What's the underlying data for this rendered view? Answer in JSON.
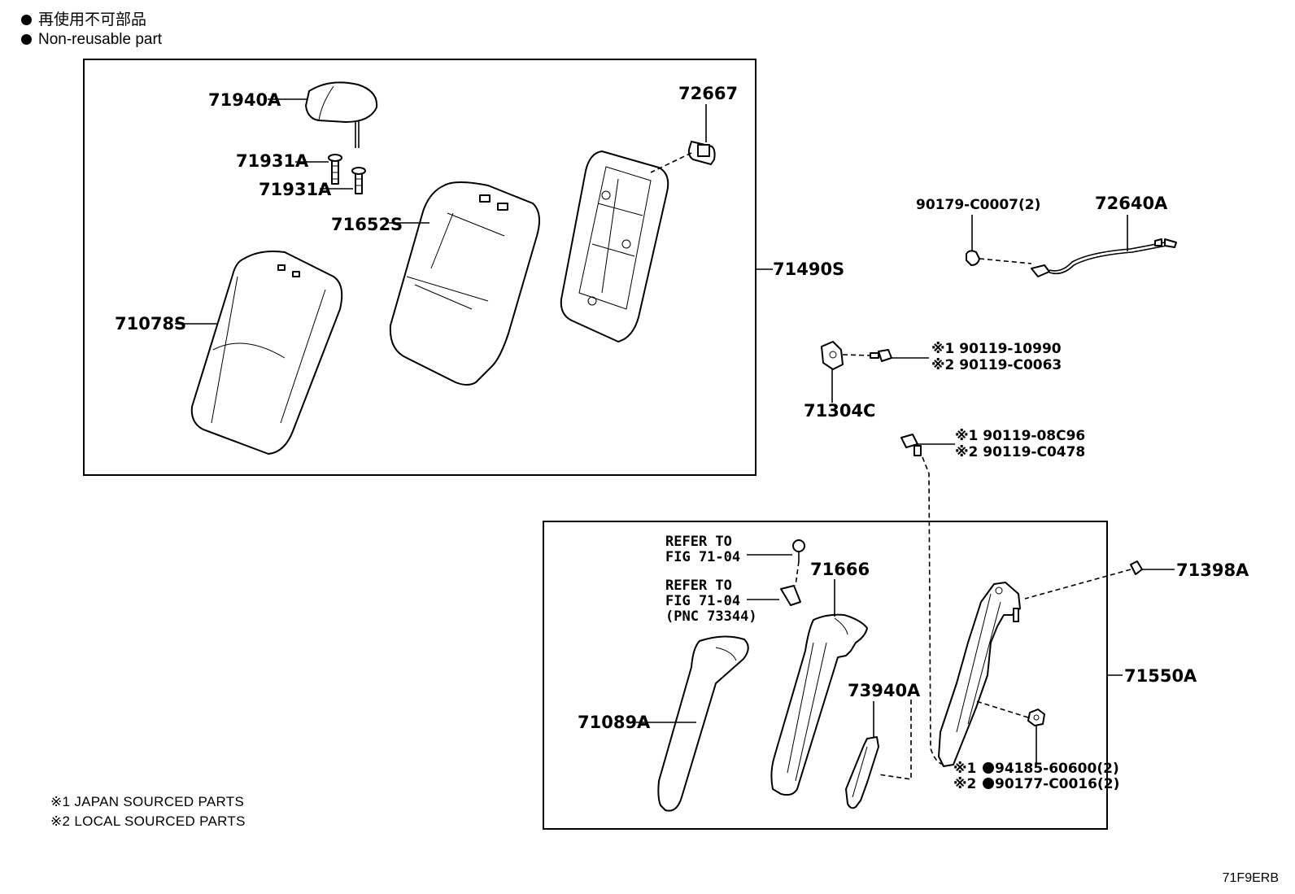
{
  "legend": {
    "line1": "再使用不可部品",
    "line2": "Non-reusable part"
  },
  "footnotes": {
    "japan": "※1 JAPAN SOURCED PARTS",
    "local": "※2 LOCAL SOURCED PARTS"
  },
  "figure_code": "71F9ERB",
  "labels": {
    "p71940A": "71940A",
    "p71931A_1": "71931A",
    "p71931A_2": "71931A",
    "p71652S": "71652S",
    "p72667": "72667",
    "p71078S": "71078S",
    "p71490S": "71490S",
    "p90179": "90179-C0007(2)",
    "p72640A": "72640A",
    "p90119_10990": "※1 90119-10990",
    "p90119_C0063": "※2 90119-C0063",
    "p71304C": "71304C",
    "p90119_08C96": "※1 90119-08C96",
    "p90119_C0478": "※2 90119-C0478",
    "refer1a": "REFER TO",
    "refer1b": "FIG 71-04",
    "refer2a": "REFER TO",
    "refer2b": "FIG 71-04",
    "refer2c": "(PNC 73344)",
    "p71666": "71666",
    "p71398A": "71398A",
    "p73940A": "73940A",
    "p71550A": "71550A",
    "p71089A": "71089A",
    "p94185_mark": "※1",
    "p94185": "94185-60600(2)",
    "p90177_mark": "※2",
    "p90177": "90177-C0016(2)"
  }
}
